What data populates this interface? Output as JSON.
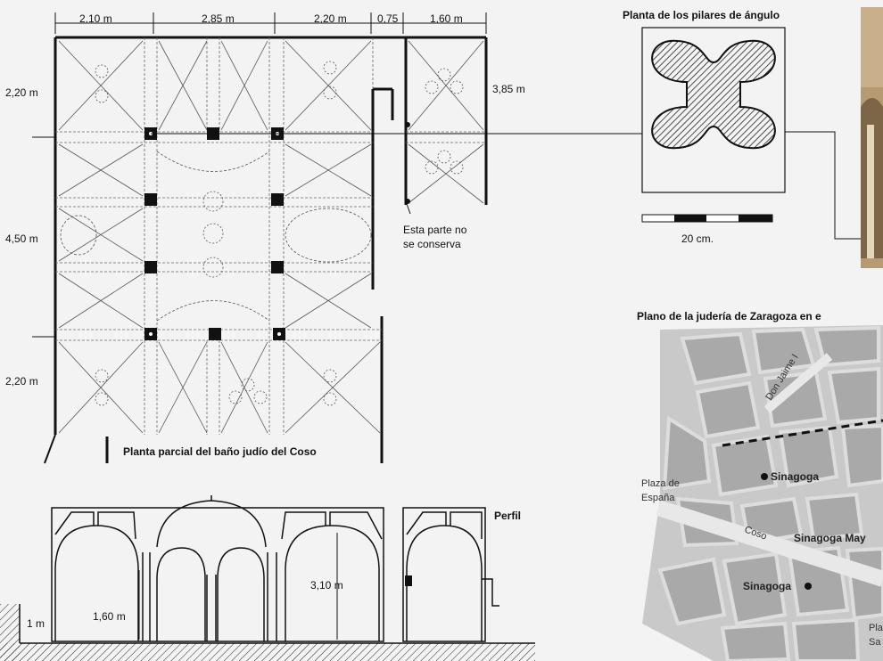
{
  "plan": {
    "dims_top": [
      "2,10 m",
      "2,85 m",
      "2,20 m",
      "0,75",
      "1,60 m"
    ],
    "dims_left": [
      "2,20 m",
      "4,50 m",
      "2,20 m"
    ],
    "dim_right": "3,85 m",
    "note_line1": "Esta parte no",
    "note_line2": "se conserva",
    "title": "Planta parcial del baño judío del Coso"
  },
  "pillar": {
    "title": "Planta de los pilares de ángulo",
    "scale": "20 cm."
  },
  "profile": {
    "title": "Perfil",
    "dim_height": "3,10 m",
    "dim_column": "1,60 m",
    "dim_base": "1 m"
  },
  "map": {
    "title": "Plano de la judería de Zaragoza en e",
    "streets": {
      "don_jaime": "Don Jaime I",
      "coso": "Coso"
    },
    "places": {
      "plaza_espana_1": "Plaza de",
      "plaza_espana_2": "España",
      "sinagoga_1": "Sinagoga",
      "sinagoga_mayor": "Sinagoga May",
      "sinagoga_2": "Sinagoga",
      "pla_1": "Pla",
      "pla_2": "Sa"
    }
  }
}
